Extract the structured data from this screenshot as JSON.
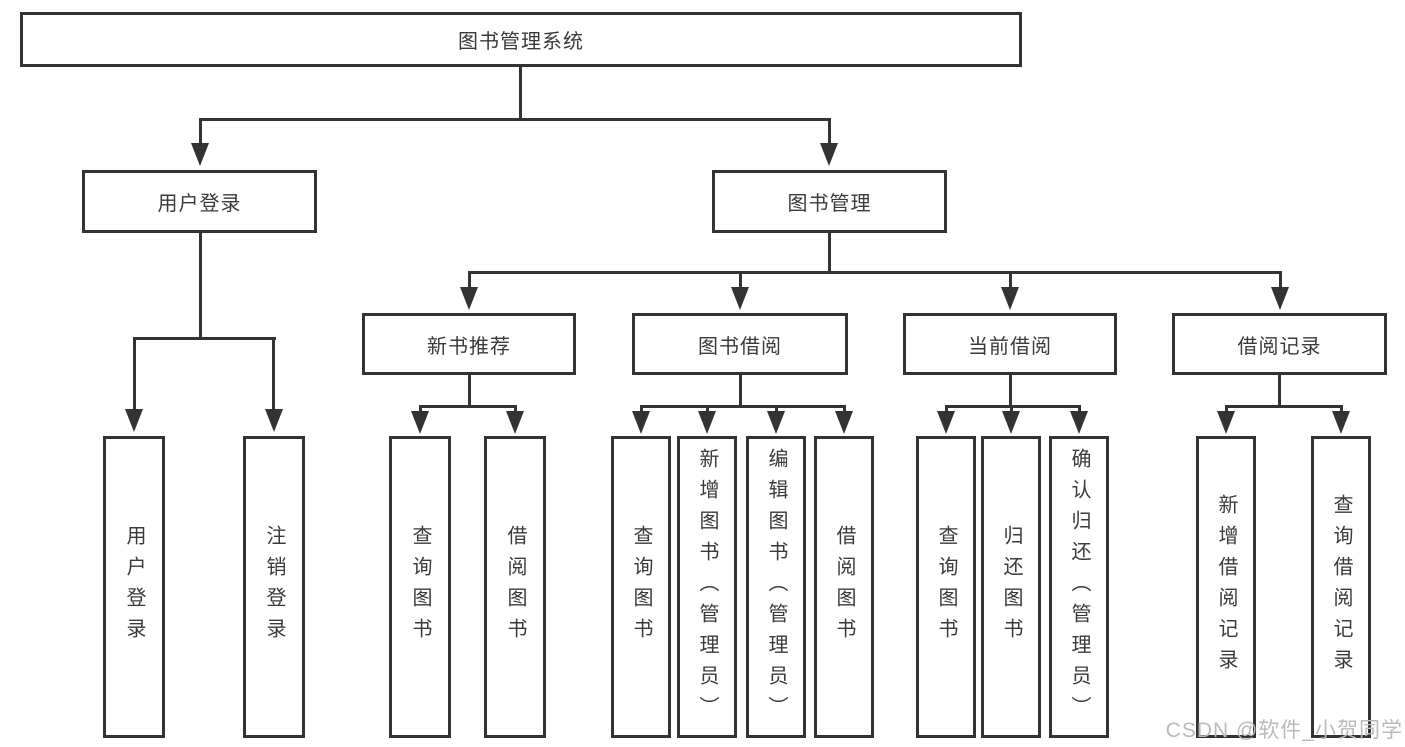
{
  "colors": {
    "line": "#333333",
    "text": "#3a3a3a",
    "watermark": "#bababa",
    "background": "#ffffff"
  },
  "watermark": {
    "text": "CSDN @软件_小贺同学"
  },
  "tree": {
    "root": {
      "label": "图书管理系统",
      "children": [
        {
          "label": "用户登录",
          "children": [
            {
              "label": "用户登录"
            },
            {
              "label": "注销登录"
            }
          ]
        },
        {
          "label": "图书管理",
          "children": [
            {
              "label": "新书推荐",
              "children": [
                {
                  "label": "查询图书"
                },
                {
                  "label": "借阅图书"
                }
              ]
            },
            {
              "label": "图书借阅",
              "children": [
                {
                  "label": "查询图书"
                },
                {
                  "label": "新增图书（管理员）"
                },
                {
                  "label": "编辑图书（管理员）"
                },
                {
                  "label": "借阅图书"
                }
              ]
            },
            {
              "label": "当前借阅",
              "children": [
                {
                  "label": "查询图书"
                },
                {
                  "label": "归还图书"
                },
                {
                  "label": "确认归还（管理员）"
                }
              ]
            },
            {
              "label": "借阅记录",
              "children": [
                {
                  "label": "新增借阅记录"
                },
                {
                  "label": "查询借阅记录"
                }
              ]
            }
          ]
        }
      ]
    }
  }
}
